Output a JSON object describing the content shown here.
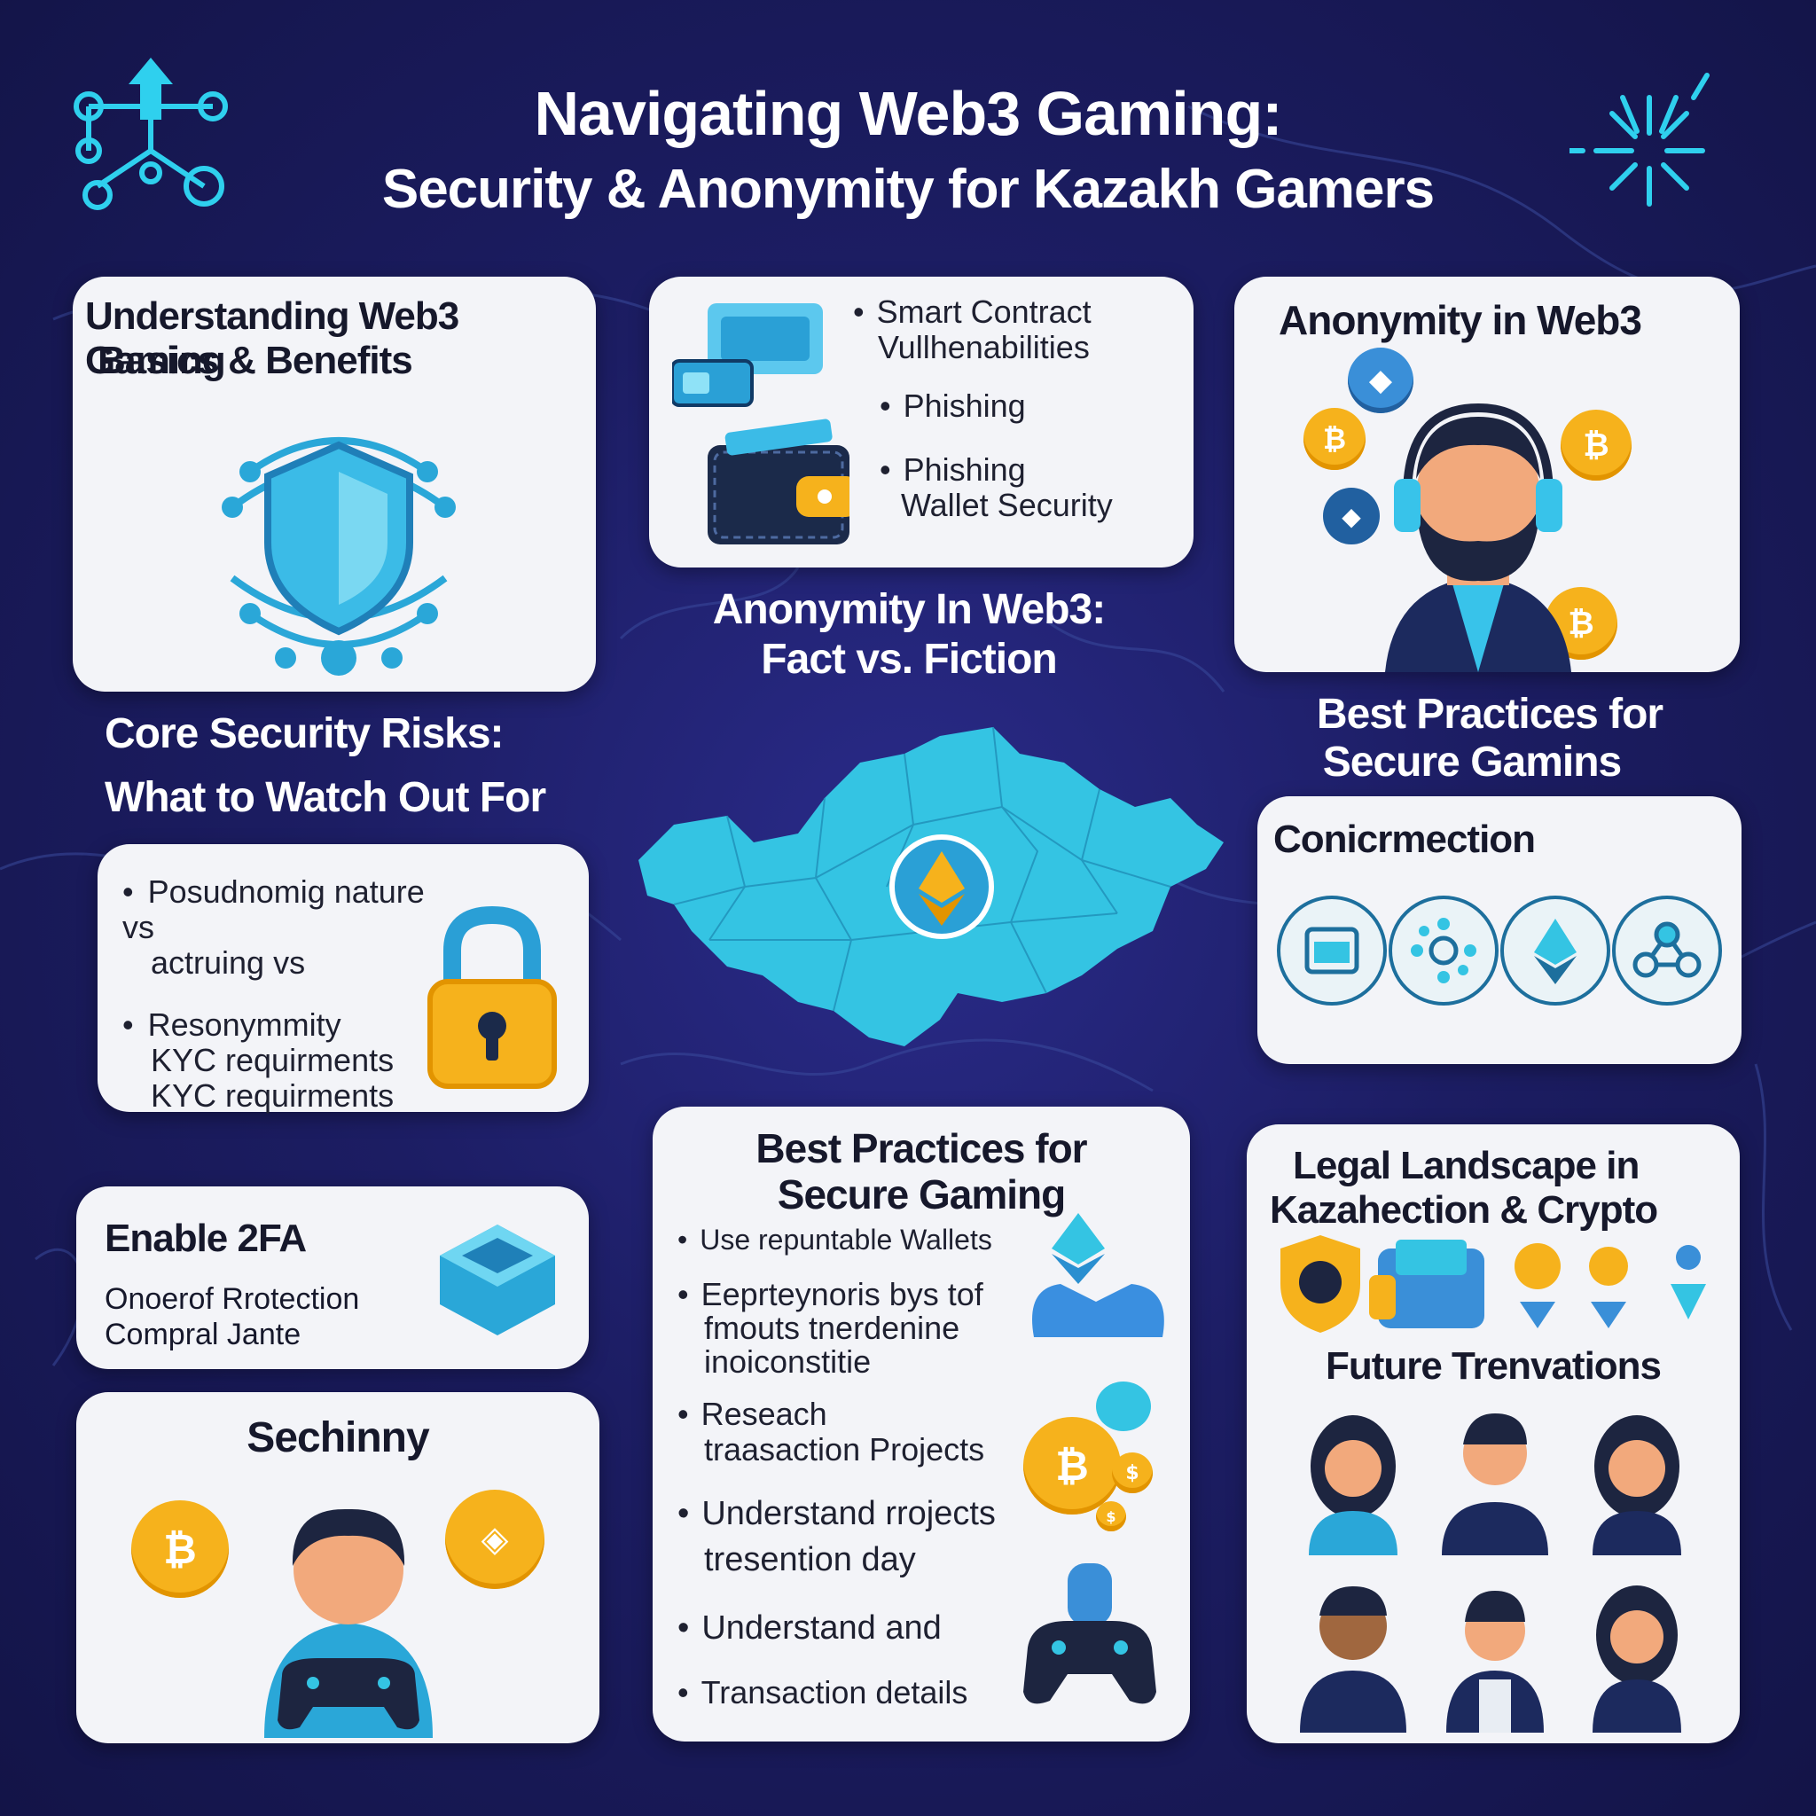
{
  "header": {
    "title_line1": "Navigating Web3 Gaming:",
    "title_line2": "Security & Anonymity for Kazakh Gamers"
  },
  "card_basics": {
    "title_line1": "Understanding Web3 Gaming",
    "title_line2": "Basics & Benefits"
  },
  "card_risks_top": {
    "bullets": [
      [
        "Smart Contract",
        "Vullhenabilities"
      ],
      [
        "Phishing"
      ],
      [
        "Phishing",
        "Wallet Security"
      ]
    ]
  },
  "card_anonymity": {
    "title": "Anonymity in Web3"
  },
  "center": {
    "heading_line1": "Anonymity In Web3:",
    "heading_line2": "Fact vs. Fiction"
  },
  "left_section": {
    "heading_line1": "Core Security Risks:",
    "heading_line2": "What to Watch Out For"
  },
  "card_core_risks": {
    "bullets": [
      [
        "Posudnomig nature vs",
        "actruing vs"
      ],
      [
        "Resonymmity",
        "KYC requirments",
        "KYC requirments"
      ]
    ]
  },
  "right_section": {
    "heading_line1": "Best Practices for",
    "heading_line2": "Secure Gamins"
  },
  "card_connection": {
    "title": "Conicrmection"
  },
  "card_2fa": {
    "title": "Enable 2FA",
    "line1": "Onoerof Rrotection",
    "line2": "Compral Jante"
  },
  "card_best_practices": {
    "title_line1": "Best Practices for",
    "title_line2": "Secure Gaming",
    "bullets": [
      [
        "Use repuntable Wallets"
      ],
      [
        "Eeprteynoris bys tof",
        "fmouts tnerdenine",
        "inoiconstitie"
      ],
      [
        "Reseach",
        "traasaction Projects"
      ],
      [
        "Understand rrojects",
        "tresention day"
      ],
      [
        "Understand and"
      ],
      [
        "Transaction details"
      ]
    ]
  },
  "card_legal": {
    "title_line1": "Legal Landscape in",
    "title_line2": "Kazahection & Crypto",
    "subtitle": "Future Trenvations"
  },
  "card_sechinny": {
    "title": "Sechinny"
  },
  "colors": {
    "background": "#1c1d63",
    "card": "#f3f4f8",
    "accent_cyan": "#32c7e8",
    "coin_gold": "#f6b21c"
  },
  "icons": [
    "network-icon",
    "burst-icon",
    "shield-icon",
    "wallet-icon",
    "ethereum-icon",
    "bitcoin-icon",
    "padlock-icon",
    "gamepad-icon"
  ]
}
